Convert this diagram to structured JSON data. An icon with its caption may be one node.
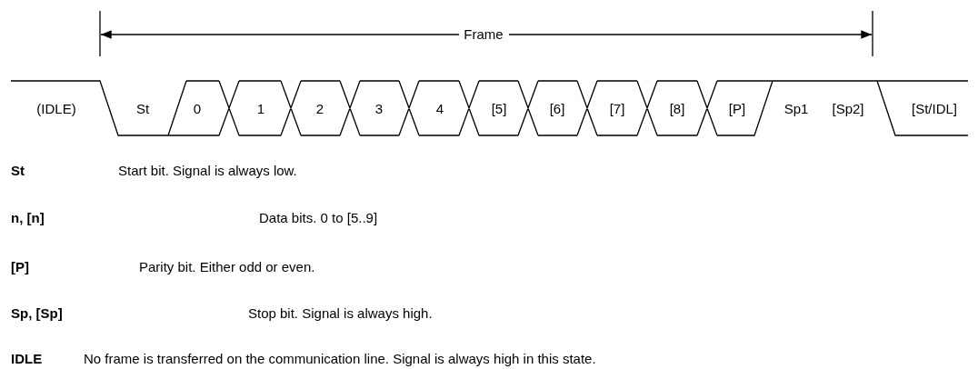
{
  "diagram": {
    "labels": [
      "Frame",
      "(IDLE)",
      "St",
      "0",
      "1",
      "2",
      "3",
      "4",
      "[5]",
      "[6]",
      "[7]",
      "[8]",
      "[P]",
      "Sp1",
      "[Sp2]",
      "[St/IDL]",
      "St",
      "Start bit. Signal is always low.",
      "n, [n]",
      "Data bits. 0 to [5..9]",
      "[P]",
      "Parity bit. Either odd or even.",
      "Sp, [Sp]",
      "Stop bit. Signal is always high.",
      "IDLE",
      "No frame is transferred on the communication line. Signal is always high in this state."
    ]
  }
}
